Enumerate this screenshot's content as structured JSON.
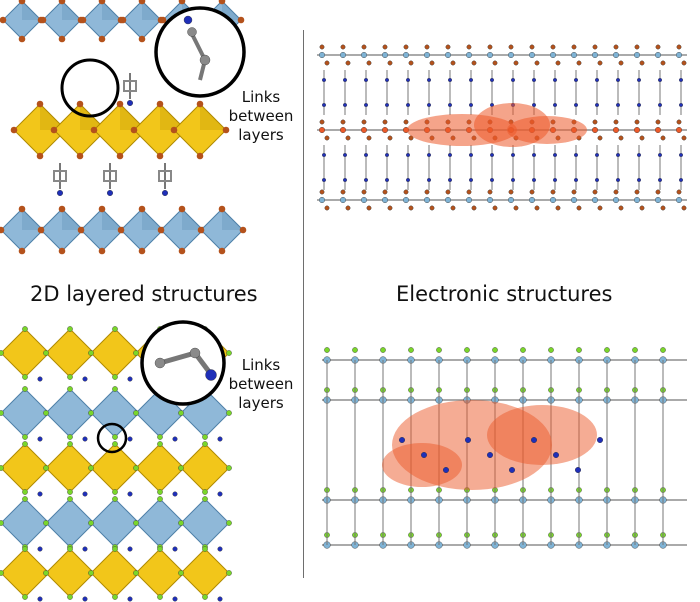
{
  "headings": {
    "left": "2D layered structures",
    "right": "Electronic structures"
  },
  "callouts": {
    "top": [
      "Links",
      "between",
      "layers"
    ],
    "bottom": [
      "Links",
      "between",
      "layers"
    ]
  },
  "colors": {
    "octahedron_blue": "#8fb8d8",
    "octahedron_yellow": "#f2c61a",
    "oxygen": "#b4521c",
    "nitrogen": "#1f2fb8",
    "carbon": "#8a8a8a",
    "halogen": "#7ad62a",
    "metal_site": "#7fb3d5",
    "density_orange": "#ec5a2a",
    "divider": "#6e6e6e"
  }
}
